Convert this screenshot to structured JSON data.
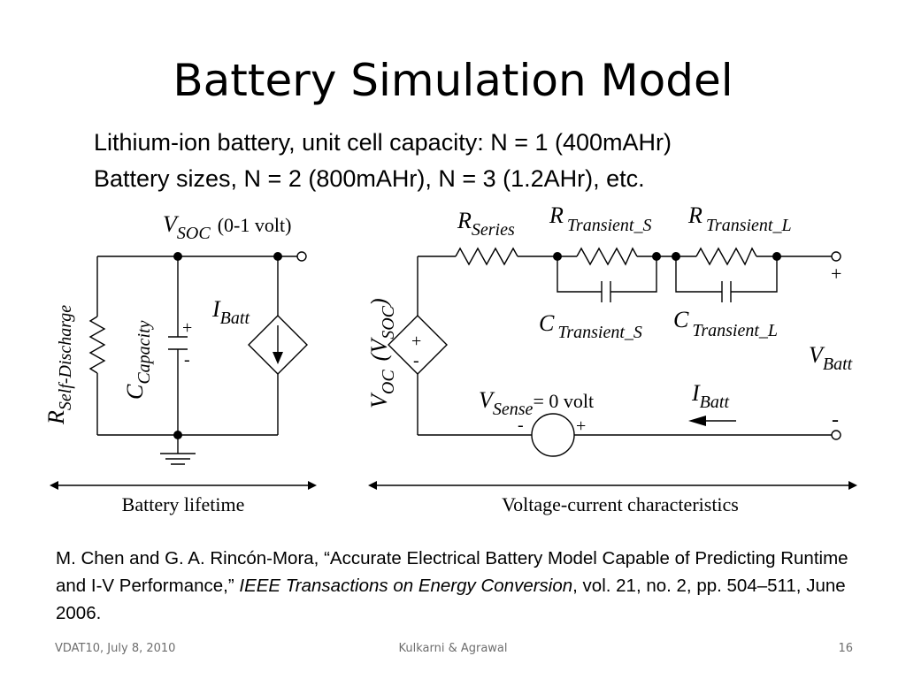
{
  "title": "Battery Simulation Model",
  "subtitle": {
    "line1": "Lithium-ion battery, unit cell capacity: N = 1 (400mAHr)",
    "line2": "Battery sizes, N = 2 (800mAHr), N = 3 (1.2AHr), etc."
  },
  "left_circuit": {
    "vsoc_main": "V",
    "vsoc_sub": "SOC",
    "vsoc_range": "(0-1 volt)",
    "rsd_main": "R",
    "rsd_sub": "Self-Discharge",
    "cap_main": "C",
    "cap_sub": "Capacity",
    "cap_plus": "+",
    "cap_minus": "-",
    "ibatt_main": "I",
    "ibatt_sub": "Batt",
    "caption": "Battery lifetime"
  },
  "right_circuit": {
    "rseries_main": "R",
    "rseries_sub": "Series",
    "rts_main": "R",
    "rts_sub": "Transient_S",
    "rtl_main": "R",
    "rtl_sub": "Transient_L",
    "cts_main": "C",
    "cts_sub": "Transient_S",
    "ctl_main": "C",
    "ctl_sub": "Transient_L",
    "voc_main": "V",
    "voc_sub": "OC",
    "voc_paren_open": "(V",
    "voc_paren_sub": "SOC",
    "voc_paren_close": ")",
    "src_plus": "+",
    "src_minus": "-",
    "vsense_main": "V",
    "vsense_sub": "Sense",
    "vsense_value": "= 0 volt",
    "vsense_minus": "-",
    "vsense_plus": "+",
    "ibatt_main": "I",
    "ibatt_sub": "Batt",
    "vbatt_main": "V",
    "vbatt_sub": "Batt",
    "terminal_plus": "+",
    "terminal_minus": "-",
    "caption": "Voltage-current characteristics"
  },
  "citation": {
    "part1": "M. Chen and G. A. Rincón-Mora, “Accurate Electrical Battery Model Capable of Predicting Runtime and I-V Performance,” ",
    "journal": "IEEE Transactions on Energy Conversion",
    "part2": ", vol. 21, no. 2, pp. 504–511, June 2006."
  },
  "footer": {
    "left": "VDAT10, July 8, 2010",
    "center": "Kulkarni & Agrawal",
    "page": "16"
  }
}
